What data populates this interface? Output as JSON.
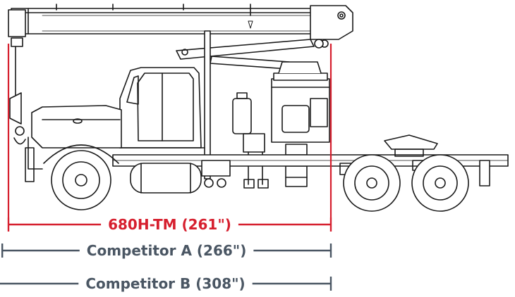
{
  "colors": {
    "line_art": "#1a1a1a",
    "primary_dimension": "#d61f2e",
    "competitor_dimension": "#4a5663",
    "background": "#ffffff"
  },
  "dimensions": [
    {
      "label": "680H-TM (261\")",
      "inches": 261,
      "kind": "primary"
    },
    {
      "label": "Competitor A (266\")",
      "inches": 266,
      "kind": "competitor"
    },
    {
      "label": "Competitor B (308\")",
      "inches": 308,
      "kind": "competitor"
    }
  ],
  "drawing": {
    "subject": "crane-truck-side-view"
  }
}
